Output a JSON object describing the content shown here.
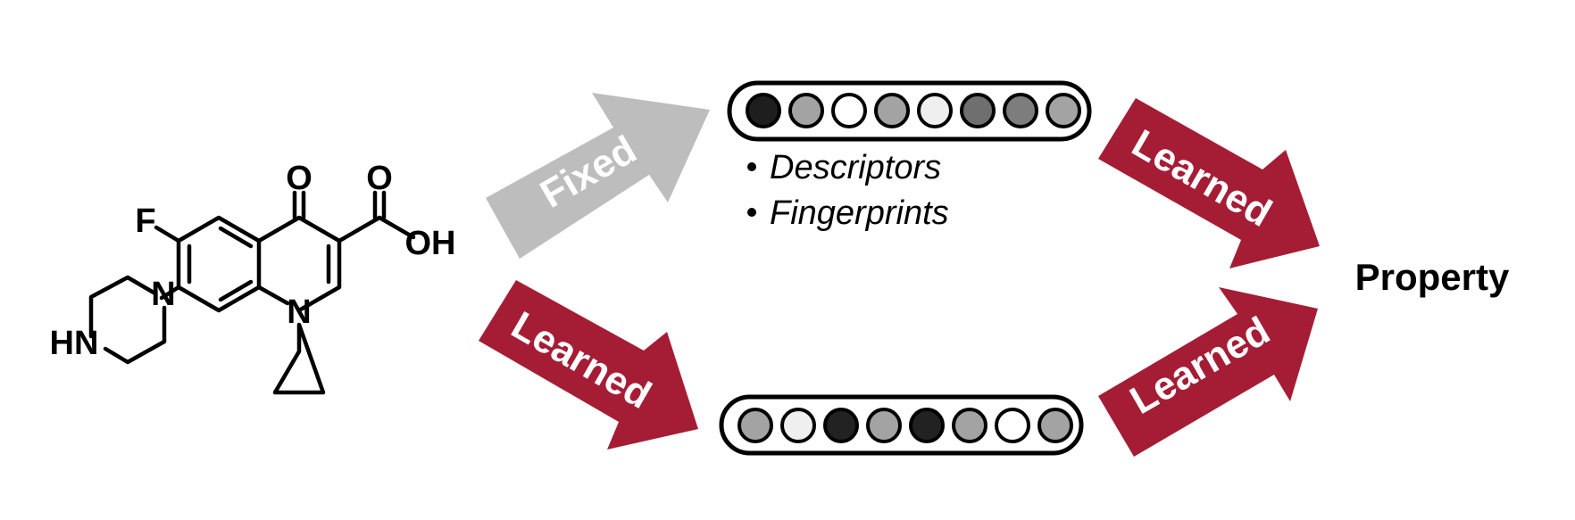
{
  "colors": {
    "learned": "#A51D35",
    "fixed": "#BDBDBD",
    "bond": "#000000"
  },
  "molecule": {
    "atoms": {
      "F": "F",
      "O_ketone": "O",
      "O_acid": "O",
      "OH": "OH",
      "N_ring": "N",
      "N_pip": "N",
      "HN": "HN"
    }
  },
  "arrows": {
    "top_left": "Fixed",
    "bottom_left": "Learned",
    "top_right": "Learned",
    "bottom_right": "Learned"
  },
  "top_vector": {
    "cells": [
      "#1e1e1e",
      "#a3a3a3",
      "#ffffff",
      "#a3a3a3",
      "#efefef",
      "#6f6f6f",
      "#7d7d7d",
      "#a3a3a3"
    ]
  },
  "bottom_vector": {
    "cells": [
      "#a3a3a3",
      "#efefef",
      "#222222",
      "#a3a3a3",
      "#222222",
      "#a3a3a3",
      "#ffffff",
      "#a3a3a3"
    ]
  },
  "bullets": {
    "item1": "Descriptors",
    "item2": "Fingerprints"
  },
  "output": {
    "label": "Property"
  }
}
